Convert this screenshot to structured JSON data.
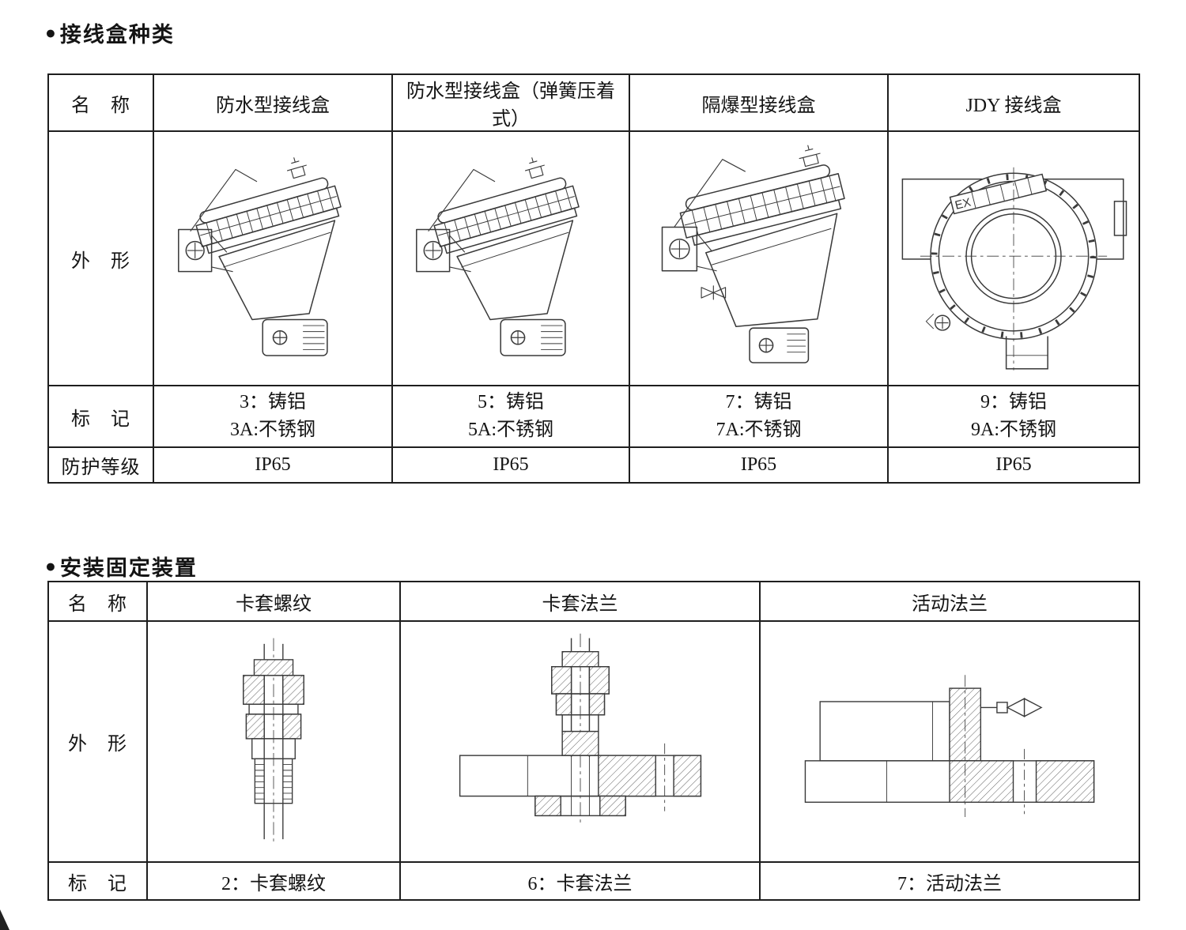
{
  "t1": {
    "bullet": "●",
    "title": "接线盒种类",
    "row_labels": {
      "name": "名　称",
      "shape": "外　形",
      "mark": "标　记",
      "protection": "防护等级"
    },
    "columns": [
      {
        "name": "防水型接线盒",
        "mark1": "3：铸铝",
        "mark2": "3A:不锈钢",
        "ip": "IP65"
      },
      {
        "name": "防水型接线盒（弹簧压着式）",
        "mark1": "5：铸铝",
        "mark2": "5A:不锈钢",
        "ip": "IP65"
      },
      {
        "name": "隔爆型接线盒",
        "mark1": "7：铸铝",
        "mark2": "7A:不锈钢",
        "ip": "IP65"
      },
      {
        "name": "JDY 接线盒",
        "mark1": "9：铸铝",
        "mark2": "9A:不锈钢",
        "ip": "IP65"
      }
    ],
    "ex_label": "EX"
  },
  "t2": {
    "bullet": "●",
    "title": "安装固定装置",
    "row_labels": {
      "name": "名　称",
      "shape": "外　形",
      "mark": "标　记"
    },
    "columns": [
      {
        "name": "卡套螺纹",
        "mark": "2：卡套螺纹"
      },
      {
        "name": "卡套法兰",
        "mark": "6：卡套法兰"
      },
      {
        "name": "活动法兰",
        "mark": "7：活动法兰"
      }
    ]
  }
}
